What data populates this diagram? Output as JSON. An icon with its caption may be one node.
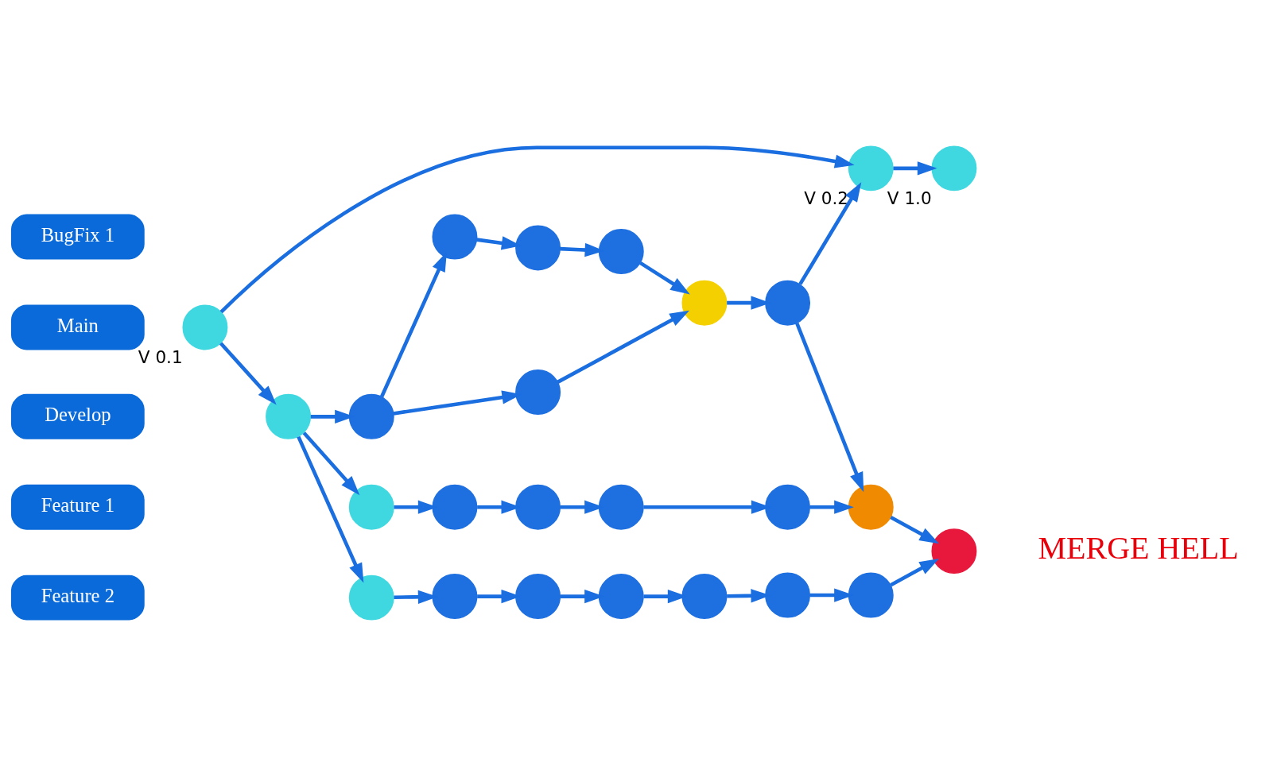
{
  "diagram": {
    "nodes": [
      {
        "text": [
          "Main"
        ]
      },
      {
        "text": [],
        "shape": "circle",
        "beside": [
          "V 0.1"
        ]
      },
      {
        "text": [],
        "shape": "circle",
        "beside": [
          "V 0.2"
        ]
      },
      {
        "text": [],
        "shape": "circle",
        "beside": [
          "V 1.0"
        ]
      },
      {
        "text": [
          "Develop"
        ]
      },
      {
        "text": [],
        "shape": "circle"
      },
      {
        "text": [],
        "shape": "circle"
      },
      {
        "text": [],
        "shape": "circle"
      },
      {
        "text": [],
        "shape": "circle"
      },
      {
        "text": [],
        "shape": "circle"
      },
      {
        "text": [],
        "shape": "circle"
      },
      {
        "text": [],
        "shape": "circle"
      },
      {
        "text": [
          "BugFix 1"
        ]
      },
      {
        "text": [],
        "shape": "circle"
      },
      {
        "text": [],
        "shape": "circle"
      },
      {
        "text": [],
        "shape": "circle"
      },
      {
        "text": [
          "Feature 1"
        ]
      },
      {
        "text": [],
        "shape": "circle"
      },
      {
        "text": [],
        "shape": "circle"
      },
      {
        "text": [],
        "shape": "circle"
      },
      {
        "text": [],
        "shape": "circle"
      },
      {
        "text": [],
        "shape": "circle"
      },
      {
        "text": [
          "Feature 2"
        ]
      },
      {
        "text": [],
        "shape": "circle"
      },
      {
        "text": [],
        "shape": "circle"
      },
      {
        "text": [],
        "shape": "circle"
      },
      {
        "text": [],
        "shape": "circle"
      },
      {
        "text": [],
        "shape": "circle"
      },
      {
        "text": [],
        "shape": "circle"
      },
      {
        "text": [],
        "shape": "circle"
      }
    ],
    "edges": [
      {
        "from": 1,
        "to": 2,
        "arrow": "to"
      },
      {
        "from": 2,
        "to": 3,
        "arrow": "to"
      },
      {
        "from": 1,
        "to": 5,
        "arrow": "to"
      },
      {
        "from": 5,
        "to": 6,
        "arrow": "to"
      },
      {
        "from": 6,
        "to": 7,
        "arrow": "to"
      },
      {
        "from": 7,
        "to": 8,
        "arrow": "to"
      },
      {
        "from": 8,
        "to": 9,
        "arrow": "to"
      },
      {
        "from": 9,
        "to": 2,
        "arrow": "to"
      },
      {
        "from": 9,
        "to": 10,
        "arrow": "to"
      },
      {
        "from": 10,
        "to": 11,
        "arrow": "to"
      },
      {
        "from": 6,
        "to": 13,
        "arrow": "to"
      },
      {
        "from": 13,
        "to": 14,
        "arrow": "to"
      },
      {
        "from": 14,
        "to": 15,
        "arrow": "to"
      },
      {
        "from": 15,
        "to": 8,
        "arrow": "to"
      },
      {
        "from": 5,
        "to": 17,
        "arrow": "to"
      },
      {
        "from": 5,
        "to": 23,
        "arrow": "to"
      },
      {
        "from": 17,
        "to": 18,
        "arrow": "to"
      },
      {
        "from": 18,
        "to": 19,
        "arrow": "to"
      },
      {
        "from": 19,
        "to": 20,
        "arrow": "to"
      },
      {
        "from": 20,
        "to": 21,
        "arrow": "to"
      },
      {
        "from": 21,
        "to": 10,
        "arrow": "to"
      },
      {
        "from": 23,
        "to": 24,
        "arrow": "to"
      },
      {
        "from": 24,
        "to": 25,
        "arrow": "to"
      },
      {
        "from": 25,
        "to": 26,
        "arrow": "to"
      },
      {
        "from": 26,
        "to": 27,
        "arrow": "to"
      },
      {
        "from": 27,
        "to": 28,
        "arrow": "to"
      },
      {
        "from": 28,
        "to": 29,
        "arrow": "to"
      },
      {
        "from": 29,
        "to": 11,
        "arrow": "to"
      }
    ],
    "labels": [
      "MERGE HELL"
    ]
  }
}
